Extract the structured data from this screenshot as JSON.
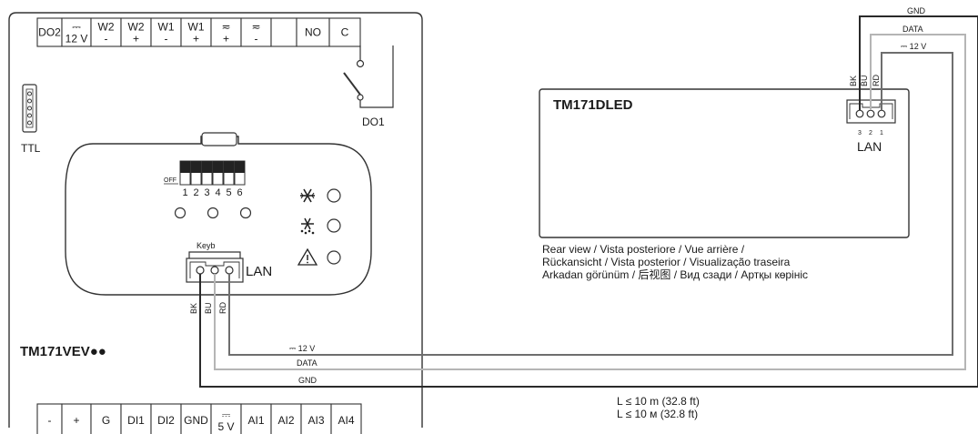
{
  "controller": {
    "model": "TM171VEV●●",
    "top_terminals": [
      {
        "top": "DO2",
        "bottom": ""
      },
      {
        "top": "⎓",
        "bottom": "12 V"
      },
      {
        "top": "W2",
        "bottom": "-"
      },
      {
        "top": "W2",
        "bottom": "+"
      },
      {
        "top": "W1",
        "bottom": "-"
      },
      {
        "top": "W1",
        "bottom": "+"
      },
      {
        "top": "≂",
        "bottom": "+"
      },
      {
        "top": "≂",
        "bottom": "-"
      },
      {
        "top": "",
        "bottom": ""
      },
      {
        "top": "NO",
        "bottom": ""
      },
      {
        "top": "C",
        "bottom": ""
      }
    ],
    "bottom_terminals": [
      {
        "top": "",
        "bottom": "-"
      },
      {
        "top": "",
        "bottom": "+"
      },
      {
        "top": "",
        "bottom": "G"
      },
      {
        "top": "",
        "bottom": "DI1"
      },
      {
        "top": "",
        "bottom": "DI2"
      },
      {
        "top": "",
        "bottom": "GND"
      },
      {
        "top": "⎓",
        "bottom": "5 V"
      },
      {
        "top": "",
        "bottom": "AI1"
      },
      {
        "top": "",
        "bottom": "AI2"
      },
      {
        "top": "",
        "bottom": "AI3"
      },
      {
        "top": "",
        "bottom": "AI4"
      }
    ],
    "relay_label": "DO1",
    "ttl_label": "TTL",
    "dip": {
      "off_label": "OFF",
      "numbers": [
        "1",
        "2",
        "3",
        "4",
        "5",
        "6"
      ]
    },
    "keyb_label": "Keyb",
    "lan_label": "LAN",
    "wire_labels": [
      "BK",
      "BU",
      "RD"
    ],
    "icons": [
      "snowflake-icon",
      "defrost-icon",
      "warning-icon"
    ]
  },
  "display": {
    "model": "TM171DLED",
    "lan_label": "LAN",
    "wire_labels": [
      "BK",
      "BU",
      "RD"
    ],
    "pin_numbers": [
      "3",
      "2",
      "1"
    ]
  },
  "wires": {
    "power": "⎓ 12 V",
    "data": "DATA",
    "gnd": "GND"
  },
  "rear_view_lines": [
    "Rear view / Vista posteriore / Vue arrière /",
    "Rückansicht / Vista posterior / Visualização traseira",
    "Arkadan görünüm / 后视图 / Вид сзади / Артқы көрініс"
  ],
  "length_notes": [
    "L ≤ 10 m (32.8 ft)",
    "L ≤ 10 м (32.8 ft)"
  ]
}
